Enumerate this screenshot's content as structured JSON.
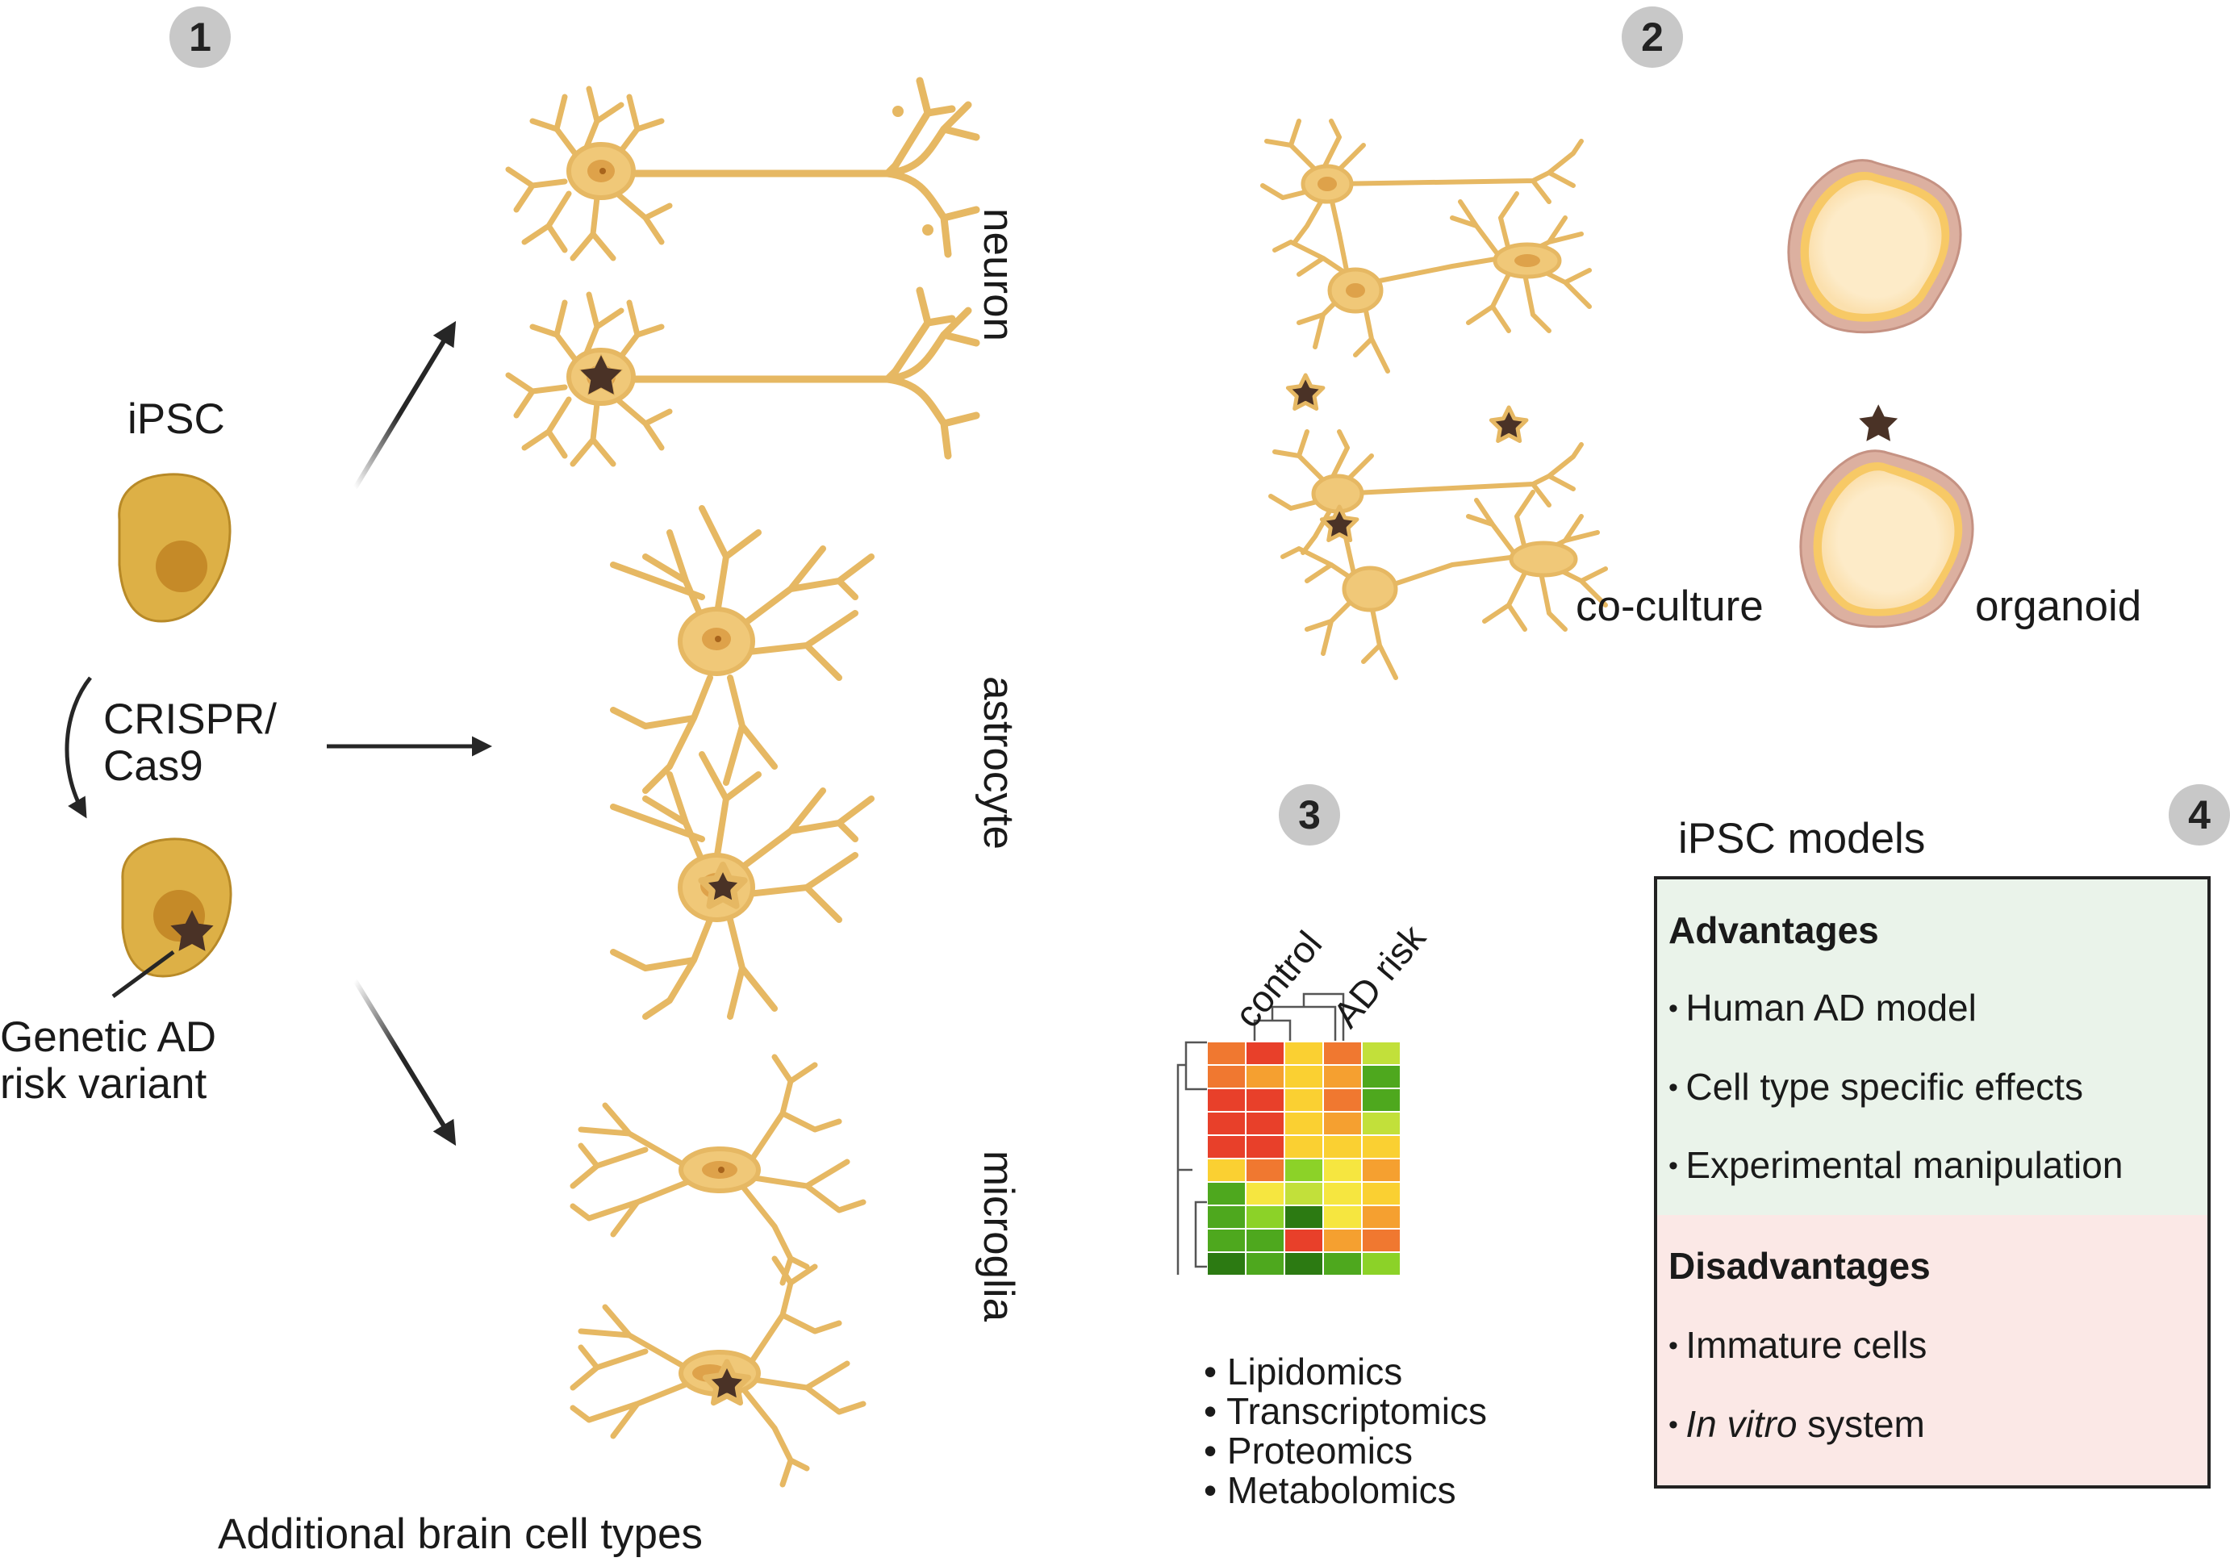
{
  "step_badges": [
    "1",
    "2",
    "3",
    "4"
  ],
  "panel1": {
    "ipsc_label": "iPSC",
    "crispr_label_line1": "CRISPR/",
    "crispr_label_line2": "Cas9",
    "variant_label_line1": "Genetic AD",
    "variant_label_line2": "risk variant",
    "cell_type_labels": [
      "neuron",
      "astrocyte",
      "microglia"
    ],
    "footer": "Additional brain cell types"
  },
  "panel2": {
    "coculture_label": "co-culture",
    "organoid_label": "organoid"
  },
  "panel3": {
    "heatmap_columns": [
      "control",
      "AD risk"
    ],
    "omics": [
      "Lipidomics",
      "Transcriptomics",
      "Proteomics",
      "Metabolomics"
    ]
  },
  "panel4": {
    "title": "iPSC models",
    "advantages_heading": "Advantages",
    "advantages": [
      "Human AD model",
      "Cell type specific effects",
      "Experimental manipulation"
    ],
    "disadvantages_heading": "Disadvantages",
    "disadvantages_1": "Immature cells",
    "disadvantages_2_italic": "In vitro",
    "disadvantages_2_rest": " system"
  },
  "colors": {
    "cell_body": "#f0c878",
    "cell_outline": "#d9a64e",
    "nucleus": "#dea24a",
    "ipsc_fill": "#ddb046",
    "ipsc_nucleus": "#c58a28",
    "star": "#4a3226",
    "badge": "#c8c8c8",
    "advantages_bg": "#eaf3ea",
    "disadvantages_bg": "#fbe8e6",
    "heatmap_palette": [
      "#e8402a",
      "#f07830",
      "#f5a030",
      "#fad032",
      "#f6e640",
      "#c2e03a",
      "#8cd228",
      "#4ea81e",
      "#2c7a12"
    ]
  },
  "heatmap_levels": [
    [
      1,
      0,
      3,
      1,
      5
    ],
    [
      1,
      2,
      3,
      2,
      7
    ],
    [
      0,
      0,
      3,
      1,
      7
    ],
    [
      0,
      0,
      3,
      2,
      5
    ],
    [
      0,
      0,
      3,
      3,
      3
    ],
    [
      3,
      1,
      6,
      4,
      2
    ],
    [
      7,
      4,
      5,
      4,
      3
    ],
    [
      7,
      6,
      8,
      4,
      2
    ],
    [
      7,
      7,
      0,
      2,
      1
    ],
    [
      8,
      7,
      8,
      7,
      6
    ]
  ]
}
